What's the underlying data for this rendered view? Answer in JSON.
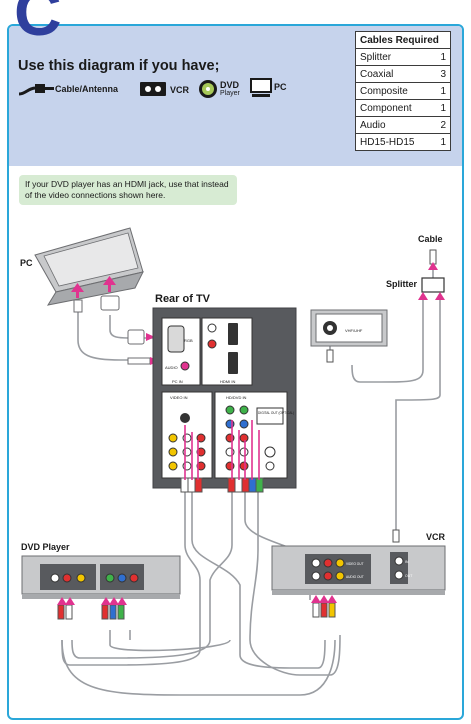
{
  "header": {
    "letter": "C",
    "title": "Use this diagram if you have;",
    "devices": [
      {
        "label": "Cable/Antenna",
        "icon": "cable-plug-icon"
      },
      {
        "label": "VCR",
        "icon": "vcr-icon"
      },
      {
        "label": "DVD",
        "sublabel": "Player",
        "icon": "dvd-icon"
      },
      {
        "label": "PC",
        "icon": "pc-monitor-icon"
      }
    ]
  },
  "cables_required": {
    "heading": "Cables Required",
    "rows": [
      {
        "name": "Splitter",
        "count": "1"
      },
      {
        "name": "Coaxial",
        "count": "3"
      },
      {
        "name": "Composite",
        "count": "1"
      },
      {
        "name": "Component",
        "count": "1"
      },
      {
        "name": "Audio",
        "count": "2"
      },
      {
        "name": "HD15-HD15",
        "count": "1"
      }
    ]
  },
  "note": "If your DVD player has an HDMI jack, use that instead of the video connections shown here.",
  "diagram": {
    "labels": {
      "pc": "PC",
      "cable": "Cable",
      "splitter": "Splitter",
      "rear_tv": "Rear of  TV",
      "dvd_player": "DVD Player",
      "vcr": "VCR"
    },
    "tv_panel": {
      "rgb": "RGB",
      "audio": "AUDIO",
      "pc_in": "PC IN",
      "hdmi_in": "HDMI IN",
      "video_in": "VIDEO IN",
      "hd_dvd_in": "HD/DVD IN",
      "digital_out": "DIGITAL OUT (OPTICAL)",
      "vhf_uhf": "VHF/UHF"
    },
    "vcr_panel": {
      "audio_out": "AUDIO OUT",
      "video_out": "VIDEO OUT",
      "in": "IN",
      "out": "OUT"
    },
    "colors": {
      "frame": "#2aa7d9",
      "header_bg": "#c6d3ec",
      "cable_arrow": "#e0338f",
      "device_gray": "#c8c9cb",
      "panel_dark": "#585a5e",
      "wire": "#9a9da2"
    }
  }
}
